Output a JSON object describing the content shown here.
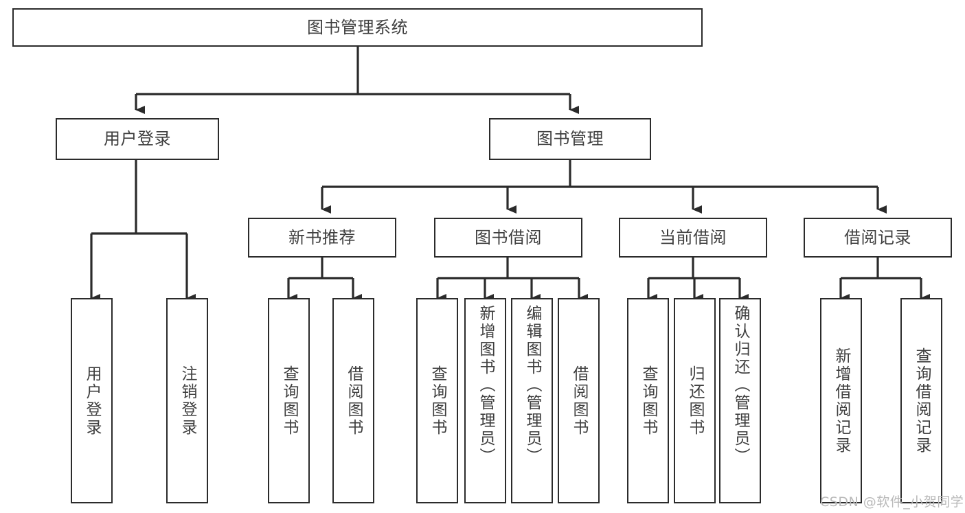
{
  "diagram": {
    "title": "图书管理系统",
    "type": "tree",
    "colors": {
      "background": "#ffffff",
      "box_border": "#2b2b2b",
      "box_fill": "#ffffff",
      "text": "#3f3f3f",
      "connector": "#2b2b2b",
      "watermark": "#b9b9b9"
    },
    "nodes": {
      "root": {
        "label": "图书管理系统"
      },
      "level2": [
        {
          "label": "用户登录"
        },
        {
          "label": "图书管理"
        }
      ],
      "level3": [
        {
          "label": "新书推荐"
        },
        {
          "label": "图书借阅"
        },
        {
          "label": "当前借阅"
        },
        {
          "label": "借阅记录"
        }
      ],
      "leaves": {
        "user_login": [
          {
            "label": "用户登录"
          },
          {
            "label": "注销登录"
          }
        ],
        "new_book_recommend": [
          {
            "label": "查询图书"
          },
          {
            "label": "借阅图书"
          }
        ],
        "book_borrow": [
          {
            "label": "查询图书"
          },
          {
            "label": "新增图书（管理员）"
          },
          {
            "label": "编辑图书（管理员）"
          },
          {
            "label": "借阅图书"
          }
        ],
        "current_borrow": [
          {
            "label": "查询图书"
          },
          {
            "label": "归还图书"
          },
          {
            "label": "确认归还（管理员）"
          }
        ],
        "borrow_records": [
          {
            "label": "新增借阅记录"
          },
          {
            "label": "查询借阅记录"
          }
        ]
      }
    },
    "watermark": "CSDN @软件_小贺同学"
  }
}
